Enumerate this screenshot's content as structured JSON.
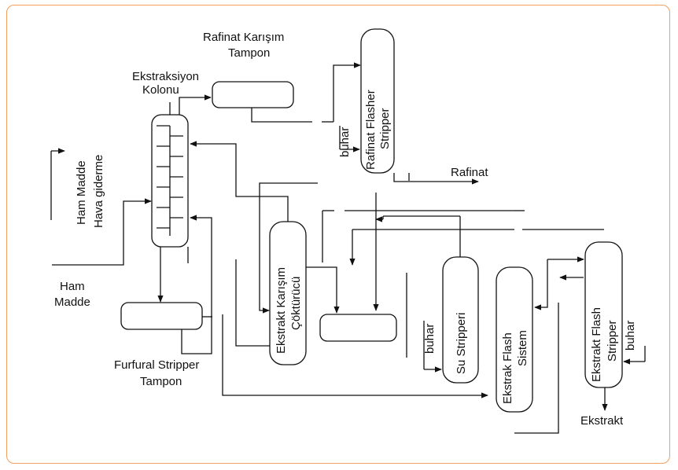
{
  "labels": {
    "rafinat_karisim_tampon_1": "Rafinat Karışım",
    "rafinat_karisim_tampon_2": "Tampon",
    "ekstraksiyon_kolonu_1": "Ekstraksiyon",
    "ekstraksiyon_kolonu_2": "Kolonu",
    "ham_madde_hava_1": "Ham Madde",
    "ham_madde_hava_2": "Hava giderme",
    "ham_madde_1": "Ham",
    "ham_madde_2": "Madde",
    "rafinat_flasher_1": "Rafinat Flasher",
    "rafinat_flasher_2": "Stripper",
    "buhar_1": "buhar",
    "rafinat": "Rafinat",
    "ekstrakt_karisim_1": "Ekstrakt Karışım",
    "ekstrakt_karisim_2": "Çöktürücü",
    "su_stripperi": "Su Stripperi",
    "buhar_2": "buhar",
    "ekstrak_flash_1": "Ekstrak Flash",
    "ekstrak_flash_2": "Sistem",
    "ekstrakt_flash_1": "Ekstrakt Flash",
    "ekstrakt_flash_2": "Stripper",
    "buhar_3": "buhar",
    "furfural_tampon_1": "Furfural Stripper",
    "furfural_tampon_2": "Tampon",
    "ekstrakt": "Ekstrakt"
  },
  "colors": {
    "frame": "#f0a060",
    "line": "#111111"
  }
}
